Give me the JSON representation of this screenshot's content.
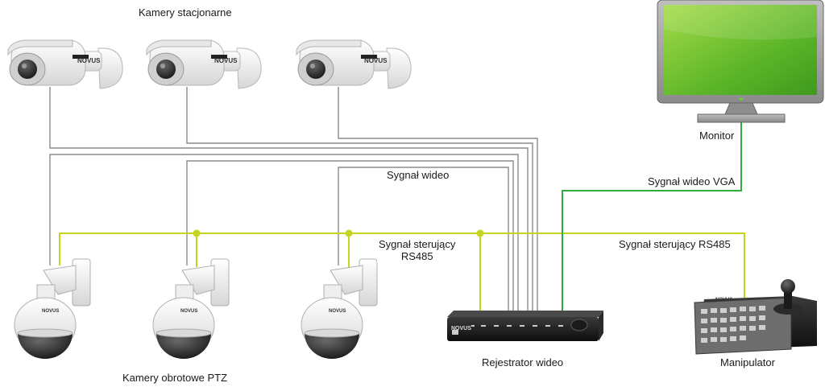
{
  "labels": {
    "fixed_cameras": "Kamery stacjonarne",
    "ptz_cameras": "Kamery obrotowe PTZ",
    "video_signal": "Sygnał wideo",
    "control_signal_line1": "Sygnał sterujący",
    "control_signal_line2": "RS485",
    "video_vga": "Sygnał wideo VGA",
    "control_rs485": "Sygnał sterujący RS485",
    "monitor": "Monitor",
    "recorder": "Rejestrator wideo",
    "keyboard": "Manipulator"
  },
  "brand": "NOVUS",
  "colors": {
    "video_line": "#8c8c8c",
    "control_line": "#c5d41e",
    "vga_line": "#2eac3c",
    "screen_green": "#6cc12c",
    "device_dark": "#1f1f1f",
    "camera_white": "#f0f0f0"
  }
}
